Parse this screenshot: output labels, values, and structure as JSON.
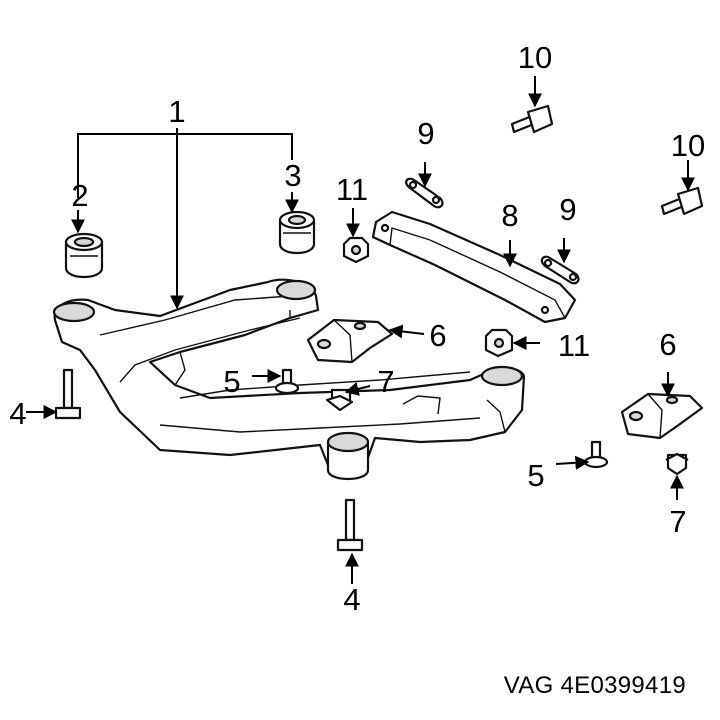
{
  "callouts": {
    "c1": "1",
    "c2": "2",
    "c3": "3",
    "c4a": "4",
    "c4b": "4",
    "c5a": "5",
    "c5b": "5",
    "c6a": "6",
    "c6b": "6",
    "c7a": "7",
    "c7b": "7",
    "c8": "8",
    "c9a": "9",
    "c9b": "9",
    "c10a": "10",
    "c10b": "10",
    "c11a": "11",
    "c11b": "11"
  },
  "part_number": "VAG 4E0399419"
}
